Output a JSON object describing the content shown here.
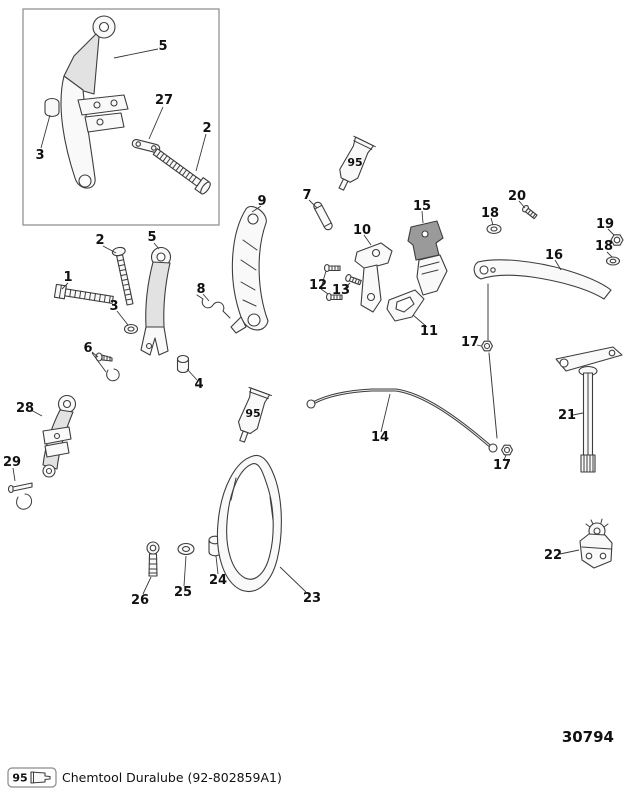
{
  "colors": {
    "ink": "#1a1a1a",
    "paper": "#ffffff"
  },
  "diagram": {
    "drawing_number": "30794",
    "callouts": {
      "inset_5": "5",
      "inset_27": "27",
      "inset_2": "2",
      "inset_3": "3",
      "c1": "1",
      "c2": "2",
      "c3": "3",
      "c4": "4",
      "c5": "5",
      "c6": "6",
      "c7": "7",
      "c8": "8",
      "c9": "9",
      "c10": "10",
      "c11": "11",
      "c12": "12",
      "c13": "13",
      "c14": "14",
      "c15": "15",
      "c16": "16",
      "c17_upper": "17",
      "c17_lower": "17",
      "c18_left": "18",
      "c18_right": "18",
      "c19": "19",
      "c20": "20",
      "c21": "21",
      "c22": "22",
      "c23": "23",
      "c24": "24",
      "c25": "25",
      "c26": "26",
      "c28": "28",
      "c29": "29"
    },
    "lube_markers": {
      "upper": "95",
      "lower": "95"
    }
  },
  "footer": {
    "lube_code": "95",
    "note": "Chemtool Duralube (92-802859A1)"
  }
}
